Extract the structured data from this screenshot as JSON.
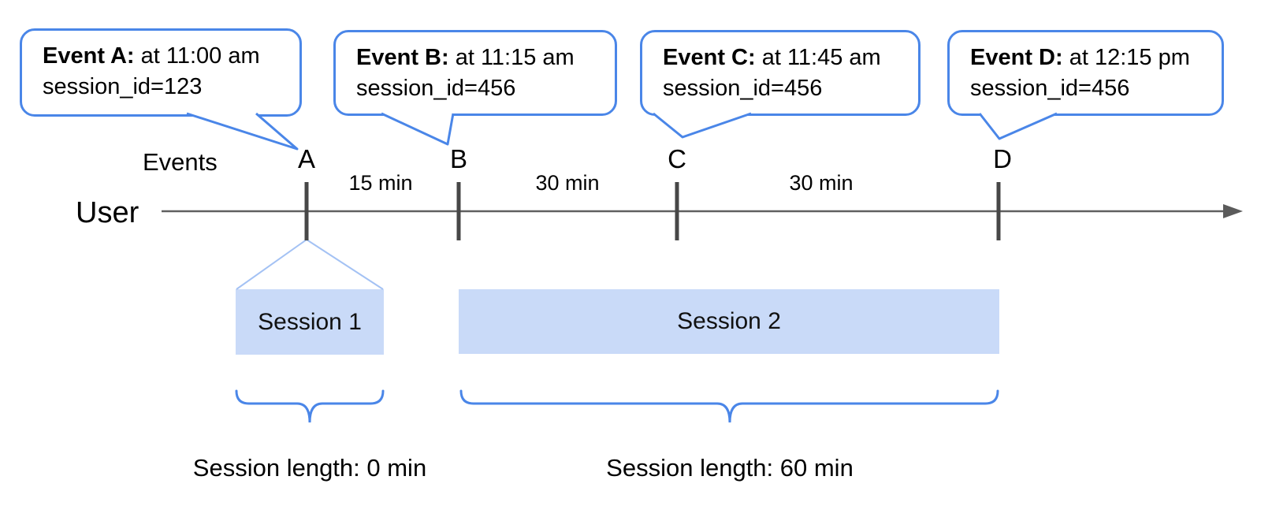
{
  "colors": {
    "accent_blue": "#4a86e8",
    "funnel_blue": "#a4c2f4",
    "session_bar_fill": "#c9daf8",
    "timeline_gray": "#606060",
    "tick_gray": "#474747"
  },
  "callouts": [
    {
      "event": "A",
      "bold": "Event A:",
      "time_text": " at 11:00 am",
      "session_text": "session_id=123"
    },
    {
      "event": "B",
      "bold": "Event B:",
      "time_text": " at 11:15 am",
      "session_text": "session_id=456"
    },
    {
      "event": "C",
      "bold": "Event C:",
      "time_text": " at 11:45 am",
      "session_text": "session_id=456"
    },
    {
      "event": "D",
      "bold": "Event D:",
      "time_text": " at 12:15 pm",
      "session_text": "session_id=456"
    }
  ],
  "timeline": {
    "events_label": "Events",
    "user_label": "User",
    "event_marks": [
      "A",
      "B",
      "C",
      "D"
    ],
    "intervals": [
      "15 min",
      "30 min",
      "30 min"
    ]
  },
  "sessions": [
    {
      "label": "Session 1",
      "length": "Session length: 0 min"
    },
    {
      "label": "Session 2",
      "length": "Session length: 60 min"
    }
  ]
}
